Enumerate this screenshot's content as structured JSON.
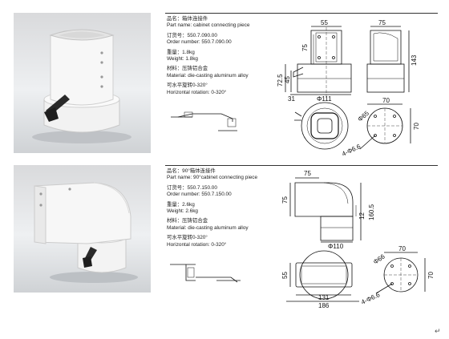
{
  "product1": {
    "name_cn": "品名：箱体连接件",
    "name_en": "Part name: cabinet connecting piece",
    "order_cn": "订货号：550.7.090.00",
    "order_en": "Order number: 550.7.090.00",
    "weight_cn": "重量：1.8kg",
    "weight_en": "Weight: 1.8kg",
    "material_cn": "材料：压铸铝合金",
    "material_en": "Material: die-casting aluminum alloy",
    "rotation_cn": "可水平旋转0-320°",
    "rotation_en": "Horizontal rotation: 0-320°",
    "dims": {
      "d55": "55",
      "d75a": "75",
      "d75b": "75",
      "d143": "143",
      "d72_5": "72.5",
      "d45": "45",
      "d31": "31",
      "d111": "Φ111",
      "d70a": "70",
      "d70b": "70",
      "d65": "Φ65",
      "d4_6_6": "4-Φ6.6"
    }
  },
  "product2": {
    "name_cn": "品名：90°箱体连接件",
    "name_en": "Part name: 90°cabinet connecting piece",
    "order_cn": "订货号：550.7.150.00",
    "order_en": "Order number: 550.7.150.00",
    "weight_cn": "重量：2.6kg",
    "weight_en": "Weight: 2.6kg",
    "material_cn": "材料：压铸铝合金",
    "material_en": "Material: die-casting aluminum alloy",
    "rotation_cn": "可水平旋转0-320°",
    "rotation_en": "Horizontal rotation: 0-320°",
    "dims": {
      "d75a": "75",
      "d75b": "75",
      "d12": "12",
      "d160_5": "160.5",
      "d110": "Φ110",
      "d70a": "70",
      "d70b": "70",
      "d66": "Φ66",
      "d55": "55",
      "d4_6_6": "4-Φ6.6",
      "d131": "131",
      "d186": "186"
    }
  },
  "footer_mark": "↵",
  "colors": {
    "body_white": "#f4f4f4",
    "handle": "#2a2a2a",
    "line": "#111111",
    "photo_bg": "#dfe1e3"
  }
}
